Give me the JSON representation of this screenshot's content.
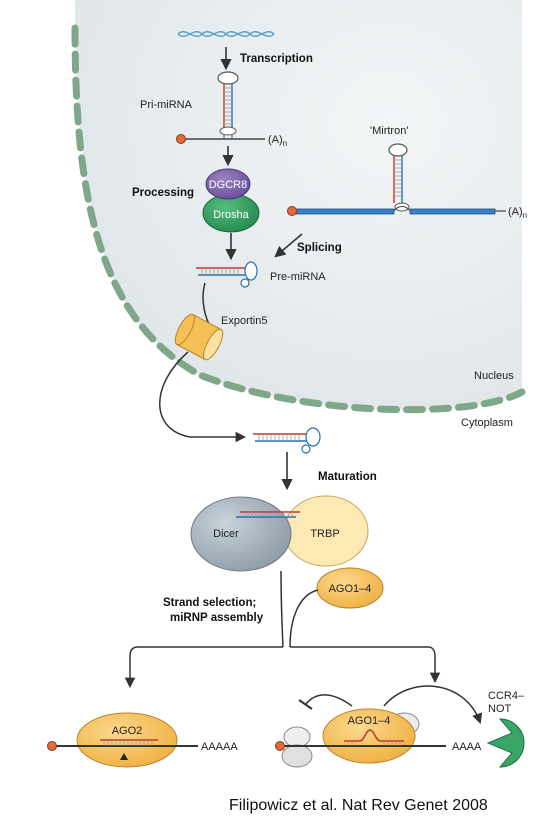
{
  "labels": {
    "transcription": "Transcription",
    "pri_mirna": "Pri-miRNA",
    "poly_a": "(A)",
    "poly_a_sub": "n",
    "processing": "Processing",
    "dgcr8": "DGCR8",
    "drosha": "Drosha",
    "mirtron": "'Mirtron'",
    "splicing": "Splicing",
    "pre_mirna": "Pre-miRNA",
    "exportin5": "Exportin5",
    "nucleus": "Nucleus",
    "cytoplasm": "Cytoplasm",
    "maturation": "Maturation",
    "dicer": "Dicer",
    "trbp": "TRBP",
    "ago1_4": "AGO1–4",
    "strand_selection_1": "Strand selection;",
    "strand_selection_2": "miRNP assembly",
    "ago2": "AGO2",
    "aaaaa": "AAAAA",
    "ago1_4_bottom": "AGO1–4",
    "aaaa": "AAAA",
    "ccr4_1": "CCR4–",
    "ccr4_2": "NOT"
  },
  "citation": "Filipowicz et al. Nat Rev Genet 2008",
  "colors": {
    "nucleus_fill": "#e9eef0",
    "envelope": "#7fa88a",
    "dgcr8": "#7b5ea7",
    "drosha": "#2e9e5b",
    "exportin": "#f5c055",
    "dicer": "#a3b1ba",
    "trbp": "#fde9b3",
    "ago": "#f4c25c",
    "ccr4": "#3aa666",
    "rna_red": "#c0392b",
    "rna_blue": "#2a6fb0",
    "cap": "#e36a3a"
  }
}
